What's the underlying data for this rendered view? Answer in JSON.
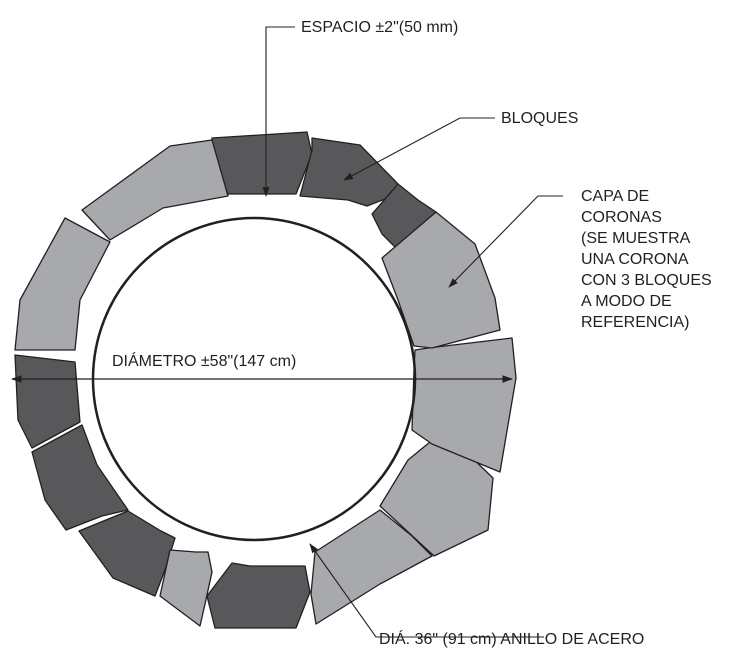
{
  "labels": {
    "espacio": "ESPACIO ±2\"(50 mm)",
    "bloques": "BLOQUES",
    "capa": [
      "CAPA DE",
      "CORONAS",
      "(SE MUESTRA",
      "UNA CORONA",
      "CON 3 BLOQUES",
      "A MODO DE",
      "REFERENCIA)"
    ],
    "diametro": "DIÁMETRO ±58\"(147 cm)",
    "anillo": "DIÁ. 36\" (91 cm) ANILLO DE ACERO"
  },
  "colors": {
    "dark_block": "#58585a",
    "light_block": "#a7a9ac",
    "line": "#231f20"
  }
}
